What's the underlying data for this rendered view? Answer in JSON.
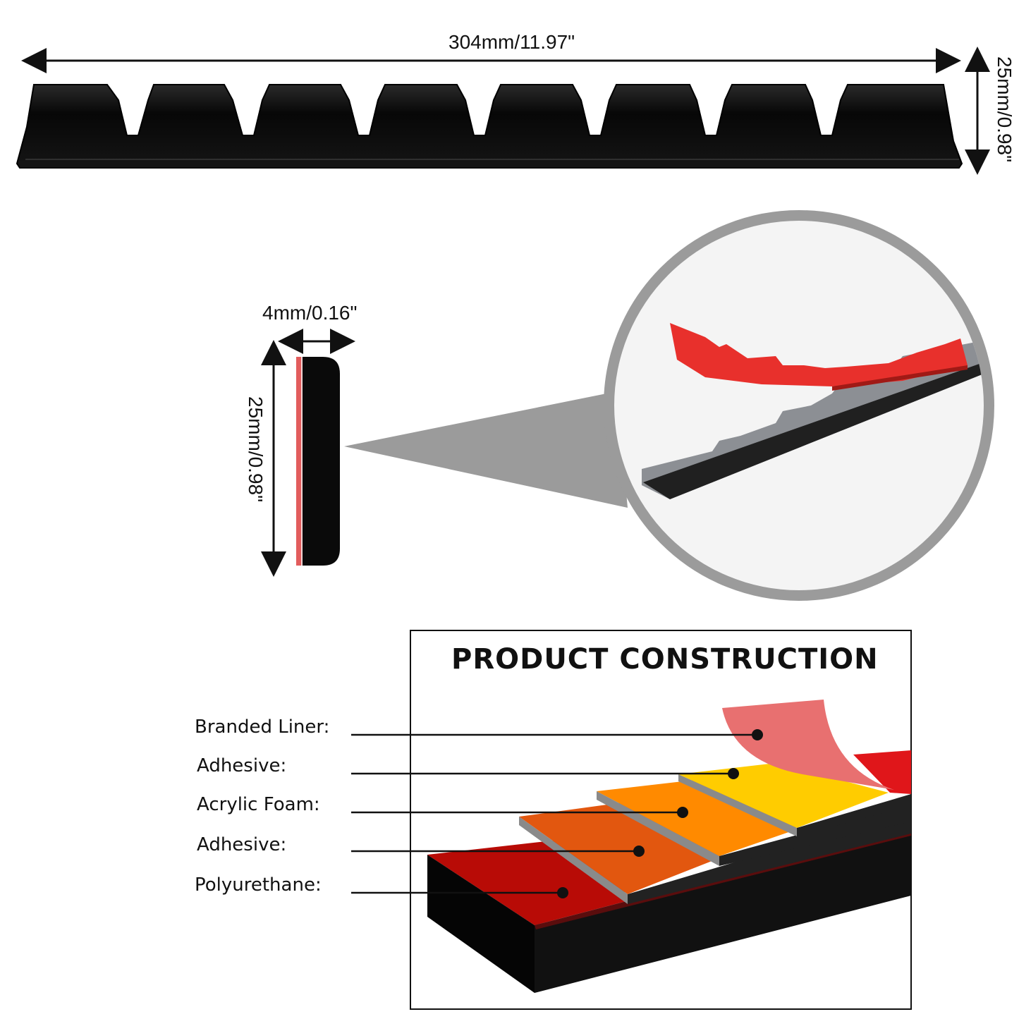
{
  "dimensions": {
    "length": "304mm/11.97\"",
    "height": "25mm/0.98\"",
    "thickness": "4mm/0.16\"",
    "side_height": "25mm/0.98\""
  },
  "construction": {
    "title": "PRODUCT CONSTRUCTION",
    "layers": [
      {
        "label": "Branded Liner:",
        "color": "#e25c5c"
      },
      {
        "label": "Adhesive:",
        "color": "#ffcc00"
      },
      {
        "label": "Acrylic Foam:",
        "color": "#ff8a00"
      },
      {
        "label": "Adhesive:",
        "color": "#e2570f"
      },
      {
        "label": "Polyurethane:",
        "color": "#b80b06"
      }
    ]
  },
  "colors": {
    "strip": "#0b0b0b",
    "liner_red": "#e8302c",
    "lens_ring": "#9b9b9b"
  }
}
